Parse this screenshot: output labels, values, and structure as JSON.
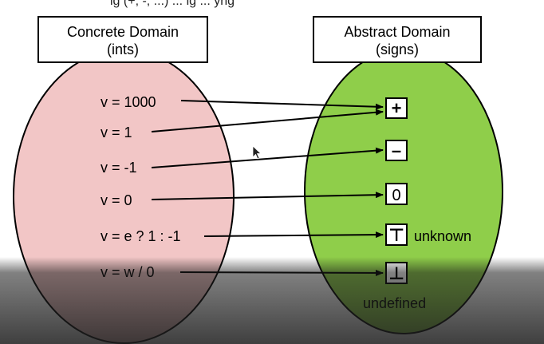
{
  "header": {
    "cut_off_text": "ig (+, -, ...) ... ig ... yng"
  },
  "concrete_domain": {
    "title_line1": "Concrete Domain",
    "title_line2": "(ints)",
    "fill": "#f2c6c6",
    "values": [
      "v = 1000",
      "v = 1",
      "v = -1",
      "v = 0",
      "v = e ? 1 : -1",
      "v = w / 0"
    ]
  },
  "abstract_domain": {
    "title_line1": "Abstract Domain",
    "title_line2": "(signs)",
    "fill": "#8fce4a",
    "symbols": [
      "+",
      "–",
      "0",
      "⊤",
      "⊥"
    ],
    "unknown_label": "unknown",
    "undefined_label": "undefined"
  },
  "mappings": [
    {
      "from": 0,
      "to": 0
    },
    {
      "from": 1,
      "to": 0
    },
    {
      "from": 2,
      "to": 1
    },
    {
      "from": 3,
      "to": 2
    },
    {
      "from": 4,
      "to": 3
    },
    {
      "from": 5,
      "to": 4
    }
  ],
  "icons": {
    "cursor": "mouse-pointer-icon"
  }
}
